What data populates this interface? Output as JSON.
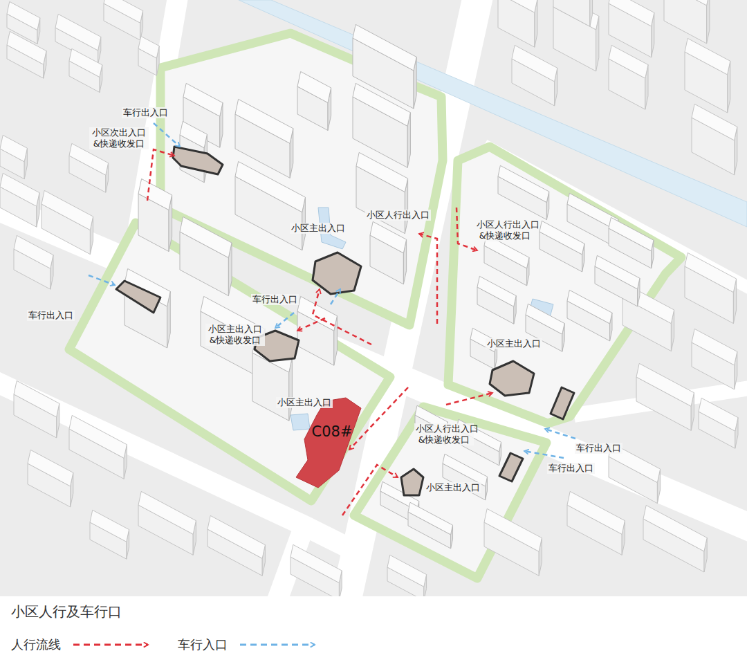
{
  "diagram": {
    "title": "小区人行及车行口",
    "nodes": [
      {
        "text": [
          "C08#"
        ]
      }
    ],
    "labels": [
      "车行出入口",
      "小区次出入口 &快递收发口",
      "小区人行出入口",
      "小区主出入口",
      "小区人行出入口 &快递收发口",
      "车行出入口",
      "车行出入口",
      "小区主出入口 &快递收发口",
      "小区主出入口",
      "小区主出入口",
      "小区人行出入口 &快递收发口",
      "车行出入口",
      "车行出入口",
      "小区主出入口"
    ],
    "legend": [
      {
        "text": "人行流线"
      },
      {
        "text": "车行入口"
      }
    ]
  }
}
